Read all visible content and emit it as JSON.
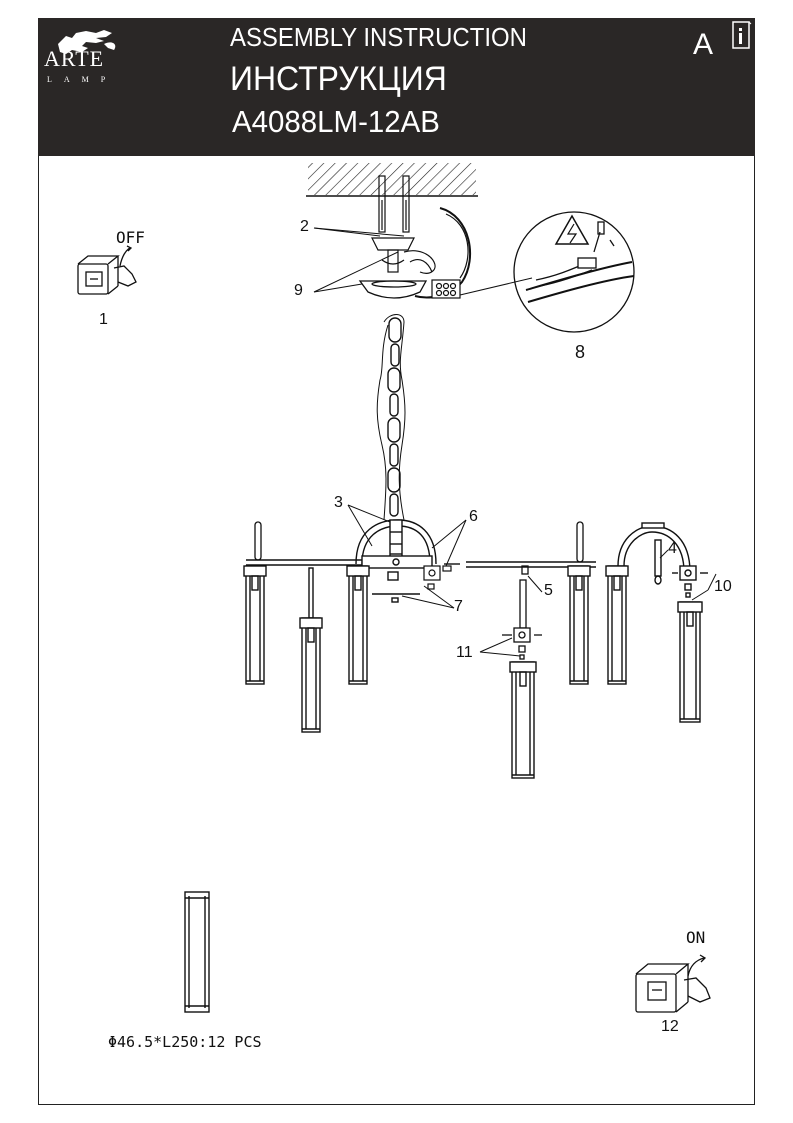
{
  "header": {
    "brand_name": "ARTE",
    "brand_sub": "LAMP",
    "title_en": "ASSEMBLY INSTRUCTION",
    "title_ru": "ИНСТРУКЦИЯ",
    "model": "A4088LM-12AB",
    "language": "A"
  },
  "steps": {
    "switch_off_label": "OFF",
    "switch_off_number": "1",
    "switch_on_label": "ON",
    "switch_on_number": "12"
  },
  "callouts": [
    "2",
    "9",
    "8",
    "3",
    "6",
    "4",
    "10",
    "5",
    "7",
    "11"
  ],
  "parts": {
    "shade_spec": "Φ46.5*L250:12 PCS"
  },
  "colors": {
    "header_bg": "#2a2726",
    "line": "#111111"
  }
}
